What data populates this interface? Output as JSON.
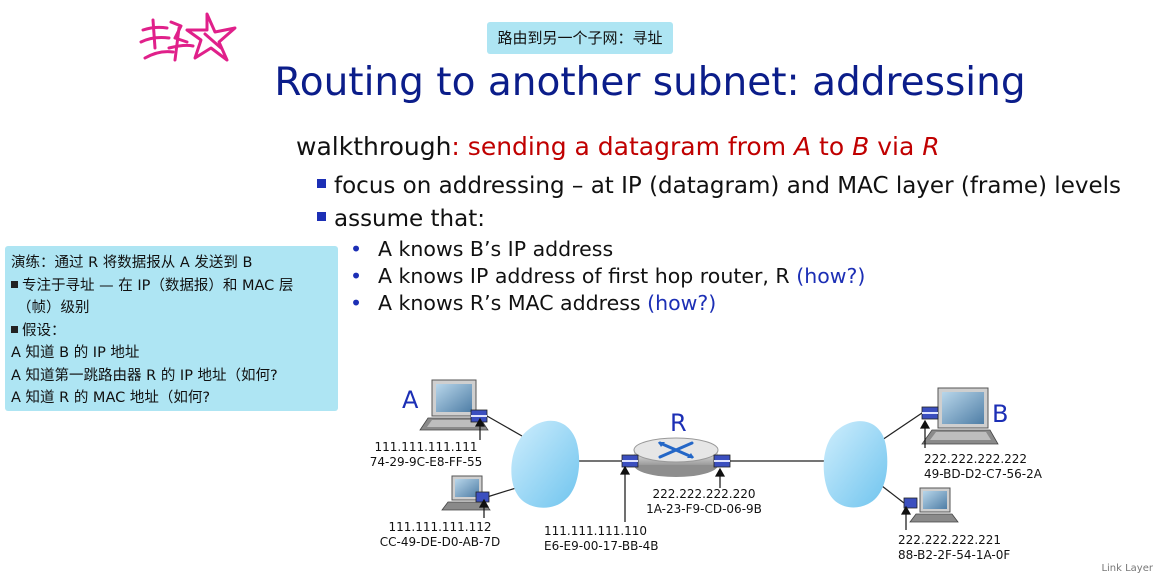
{
  "cn_title": "路由到另一个子网：寻址",
  "title": "Routing to another subnet: addressing",
  "walkthrough": {
    "lead": "walkthrough",
    "colon_text": ": sending a  datagram from ",
    "a": "A",
    "to": " to ",
    "b": "B",
    "via": " via ",
    "r": "R"
  },
  "bullets": [
    {
      "text": "focus on addressing – at IP (datagram) and MAC layer (frame) levels"
    },
    {
      "text": "assume that:"
    }
  ],
  "sub_bullets": [
    {
      "text": "A knows B’s IP address",
      "how": ""
    },
    {
      "text": "A knows IP address of first hop router, R ",
      "how": "(how?)"
    },
    {
      "text": "A knows R’s MAC address ",
      "how": "(how?)"
    }
  ],
  "cn_note": {
    "line1": "演练：通过 R 将数据报从 A 发送到 B",
    "line2": "专注于寻址 — 在 IP（数据报）和 MAC 层",
    "line3": "（帧）级别",
    "line4": "假设：",
    "line5": "A 知道 B 的 IP 地址",
    "line6": "A 知道第一跳路由器 R 的 IP 地址（如何?",
    "line7": "A 知道 R 的 MAC 地址（如何?"
  },
  "diagram": {
    "label_a": "A",
    "label_b": "B",
    "label_r": "R",
    "host_a": {
      "ip": "111.111.111.111",
      "mac": "74-29-9C-E8-FF-55"
    },
    "host_a2": {
      "ip": "111.111.111.112",
      "mac": "CC-49-DE-D0-AB-7D"
    },
    "router_left": {
      "ip": "111.111.111.110",
      "mac": "E6-E9-00-17-BB-4B"
    },
    "router_right": {
      "ip": "222.222.222.220",
      "mac": "1A-23-F9-CD-06-9B"
    },
    "host_b": {
      "ip": "222.222.222.222",
      "mac": "49-BD-D2-C7-56-2A"
    },
    "host_b2": {
      "ip": "222.222.222.221",
      "mac": "88-B2-2F-54-1A-0F"
    }
  },
  "footer": "Link Layer",
  "colors": {
    "title_blue": "#0b1d8a",
    "accent_red": "#c00000",
    "note_bg": "#aee5f3",
    "signature_pink": "#e0208a"
  }
}
